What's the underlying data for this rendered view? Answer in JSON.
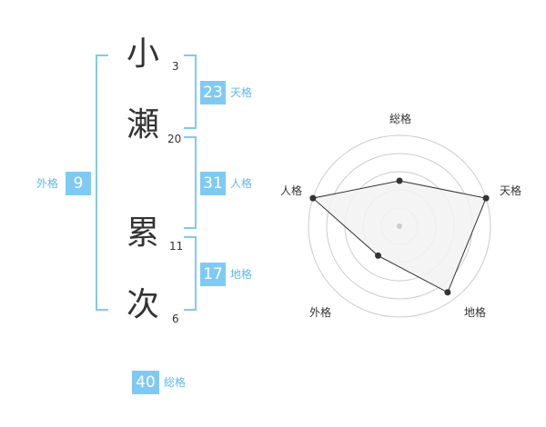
{
  "name": {
    "chars": [
      {
        "char": "小",
        "strokes": "3"
      },
      {
        "char": "瀬",
        "strokes": "20"
      },
      {
        "char": "累",
        "strokes": "11"
      },
      {
        "char": "次",
        "strokes": "6"
      }
    ]
  },
  "fortunes": {
    "tenkaku": {
      "value": "23",
      "label": "天格"
    },
    "jinkaku": {
      "value": "31",
      "label": "人格"
    },
    "chikaku": {
      "value": "17",
      "label": "地格"
    },
    "gaikaku": {
      "value": "9",
      "label": "外格"
    },
    "soukaku": {
      "value": "40",
      "label": "総格"
    }
  },
  "colors": {
    "accent": "#7fcaf4",
    "accent_text": "#5fb8ec",
    "text": "#333333",
    "grid": "#cccccc",
    "polygon_fill": "#f2f2f2"
  },
  "chart_data": {
    "type": "radar",
    "axes": [
      "総格",
      "天格",
      "地格",
      "外格",
      "人格"
    ],
    "values": [
      0.5,
      1.0,
      0.9,
      0.4,
      1.0
    ],
    "max": 1.0,
    "rings": 5
  }
}
